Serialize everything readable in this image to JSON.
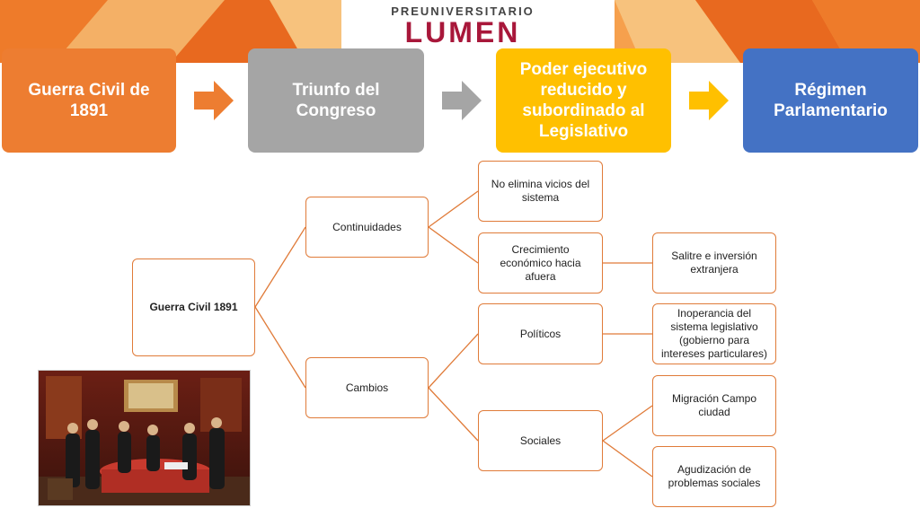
{
  "header": {
    "logo_top": "PREUNIVERSITARIO",
    "logo_main": "LUMEN"
  },
  "colors": {
    "orange": "#ed7d31",
    "gray": "#a5a5a5",
    "yellow": "#ffc000",
    "blue": "#4472c4",
    "connector": "#e07b39"
  },
  "process": [
    {
      "label": "Guerra Civil de 1891"
    },
    {
      "label": "Triunfo del Congreso"
    },
    {
      "label": "Poder ejecutivo reducido y subordinado al Legislativo"
    },
    {
      "label": "Régimen Parlamentario"
    }
  ],
  "tree": {
    "root": "Guerra Civil 1891",
    "continuidades": "Continuidades",
    "cambios": "Cambios",
    "vicios": "No elimina vicios del sistema",
    "crecimiento": "Crecimiento económico hacia afuera",
    "salitre": "Salitre e inversión extranjera",
    "politicos": "Políticos",
    "sociales": "Sociales",
    "inoperancia": "Inoperancia del sistema legislativo (gobierno para intereses particulares)",
    "migracion": "Migración Campo ciudad",
    "agudizacion": "Agudización de problemas sociales"
  }
}
